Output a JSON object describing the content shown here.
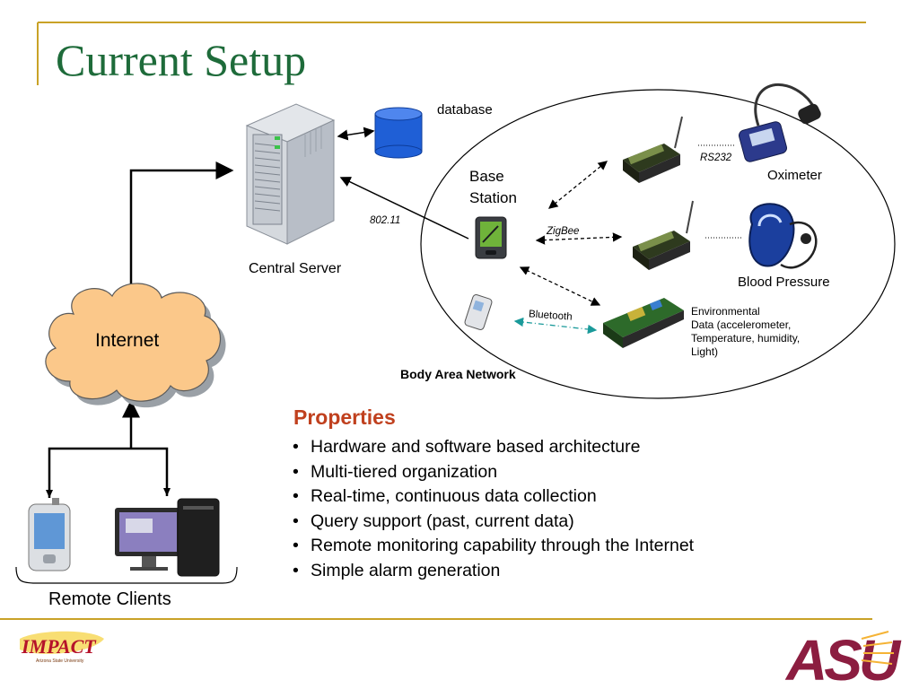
{
  "slide": {
    "title": "Current Setup"
  },
  "diagram": {
    "database_label": "database",
    "central_server_label": "Central Server",
    "base_station_label_line1": "Base",
    "base_station_label_line2": "Station",
    "link_80211_label": "802.11",
    "zigbee_label": "ZigBee",
    "rs232_label": "RS232",
    "bluetooth_label": "Bluetooth",
    "oximeter_label": "Oximeter",
    "blood_pressure_label": "Blood Pressure",
    "environmental_line1": "Environmental",
    "environmental_line2": "Data (accelerometer,",
    "environmental_line3": "Temperature, humidity,",
    "environmental_line4": "Light)",
    "body_area_network_label": "Body Area Network",
    "internet_label": "Internet",
    "remote_clients_label": "Remote Clients"
  },
  "properties": {
    "heading": "Properties",
    "items": [
      "Hardware and software based architecture",
      "Multi-tiered organization",
      "Real-time, continuous data collection",
      "Query support (past, current data)",
      "Remote monitoring capability through the Internet",
      "Simple alarm generation"
    ]
  },
  "footer": {
    "left_logo_text": "IMPACT",
    "left_logo_subtext": "Arizona State University",
    "right_logo_text": "ASU"
  },
  "colors": {
    "title_green": "#1e6b3a",
    "rule_gold": "#c9a227",
    "properties_heading": "#c0401e",
    "asu_maroon": "#8c1d40",
    "database_blue": "#1f5fd6",
    "cloud_fill": "#fbc88a",
    "bluetooth_teal": "#1a9a9a"
  },
  "icons": [
    "server-icon",
    "database-icon",
    "pda-icon",
    "sensor-board-icon",
    "oximeter-icon",
    "blood-pressure-cuff-icon",
    "phone-icon",
    "desktop-computer-icon",
    "smartphone-icon",
    "cloud-icon"
  ]
}
